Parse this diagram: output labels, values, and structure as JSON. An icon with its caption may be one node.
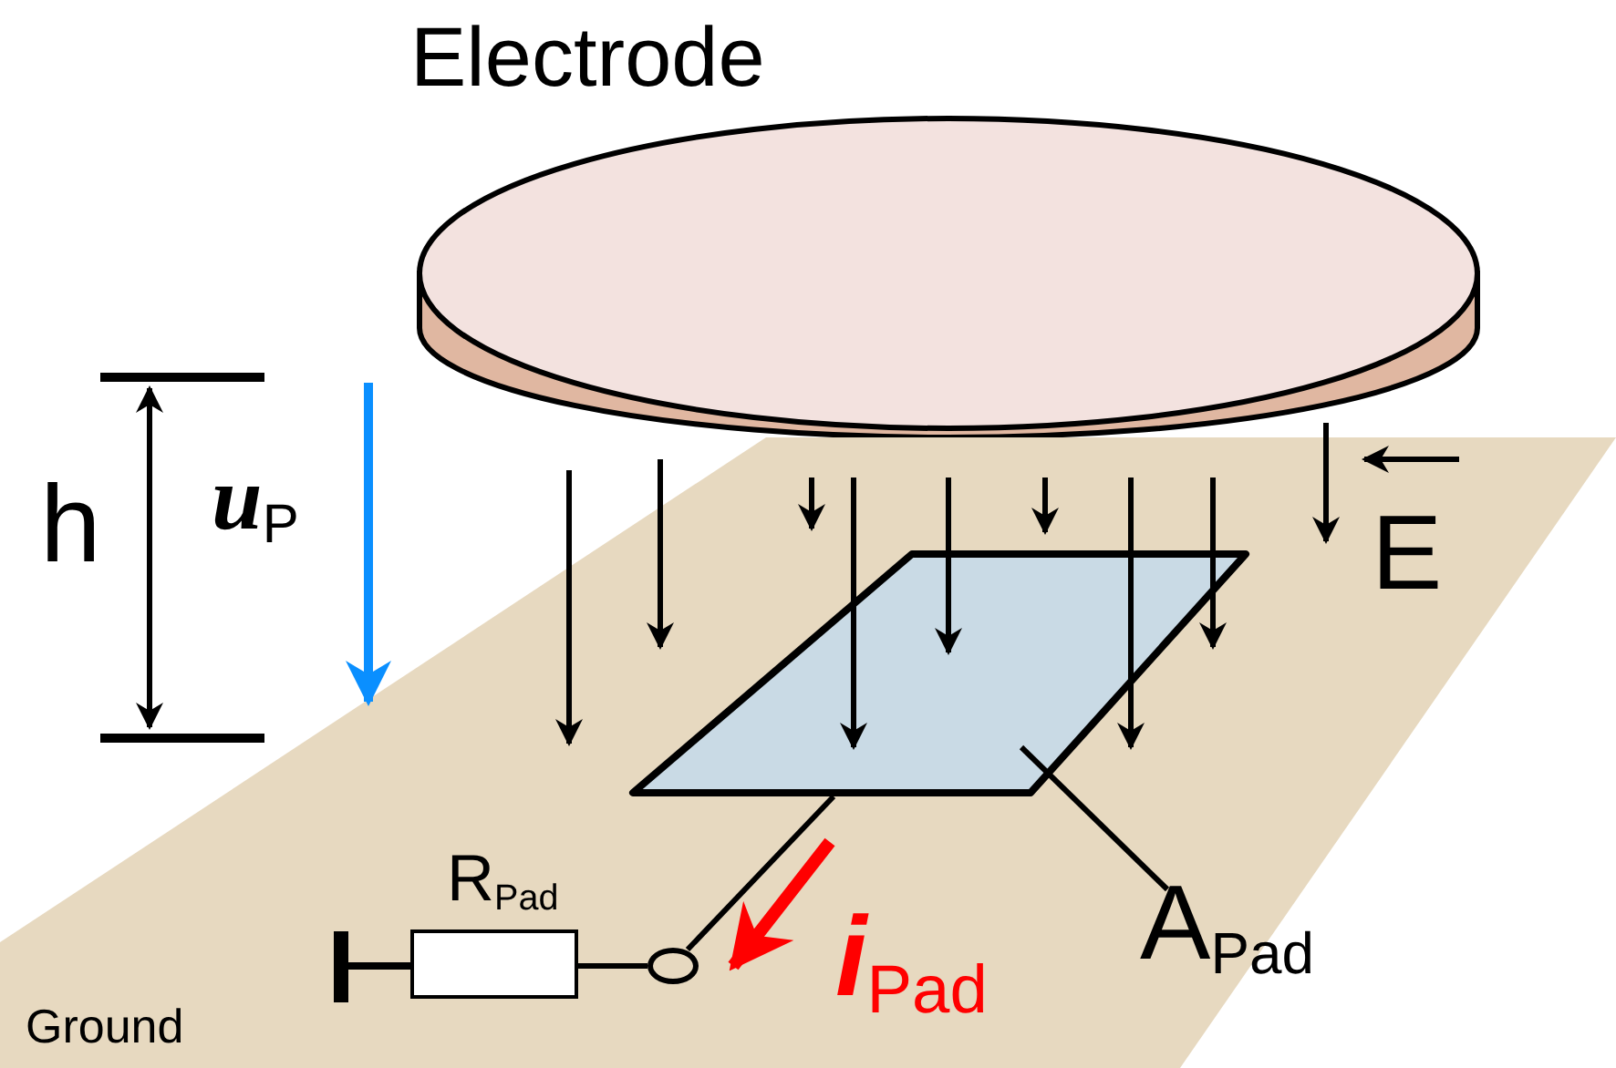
{
  "diagram": {
    "nodes": [
      {
        "text": [
          "Electrode"
        ]
      },
      {
        "text": [
          "Ground"
        ]
      },
      {
        "text": [],
        "shape": "box",
        "in": 1
      },
      {
        "text": [
          "A$_{Pad}$"
        ],
        "in": 1
      },
      {
        "text": [],
        "shape": "circle",
        "in": 1
      },
      {
        "text": [],
        "shape": "box",
        "beside": [
          "R$_{Pad}$"
        ],
        "in": 1
      }
    ],
    "edges": [
      {
        "from": 3,
        "to": 2,
        "arrow": "none"
      },
      {
        "from": 2,
        "to": 4,
        "arrow": "none"
      },
      {
        "from": 4,
        "to": 5,
        "arrow": "none"
      }
    ],
    "labels": [
      "h",
      "**u**$_{P}$",
      "E",
      "*i*$_{Pad}$"
    ]
  }
}
